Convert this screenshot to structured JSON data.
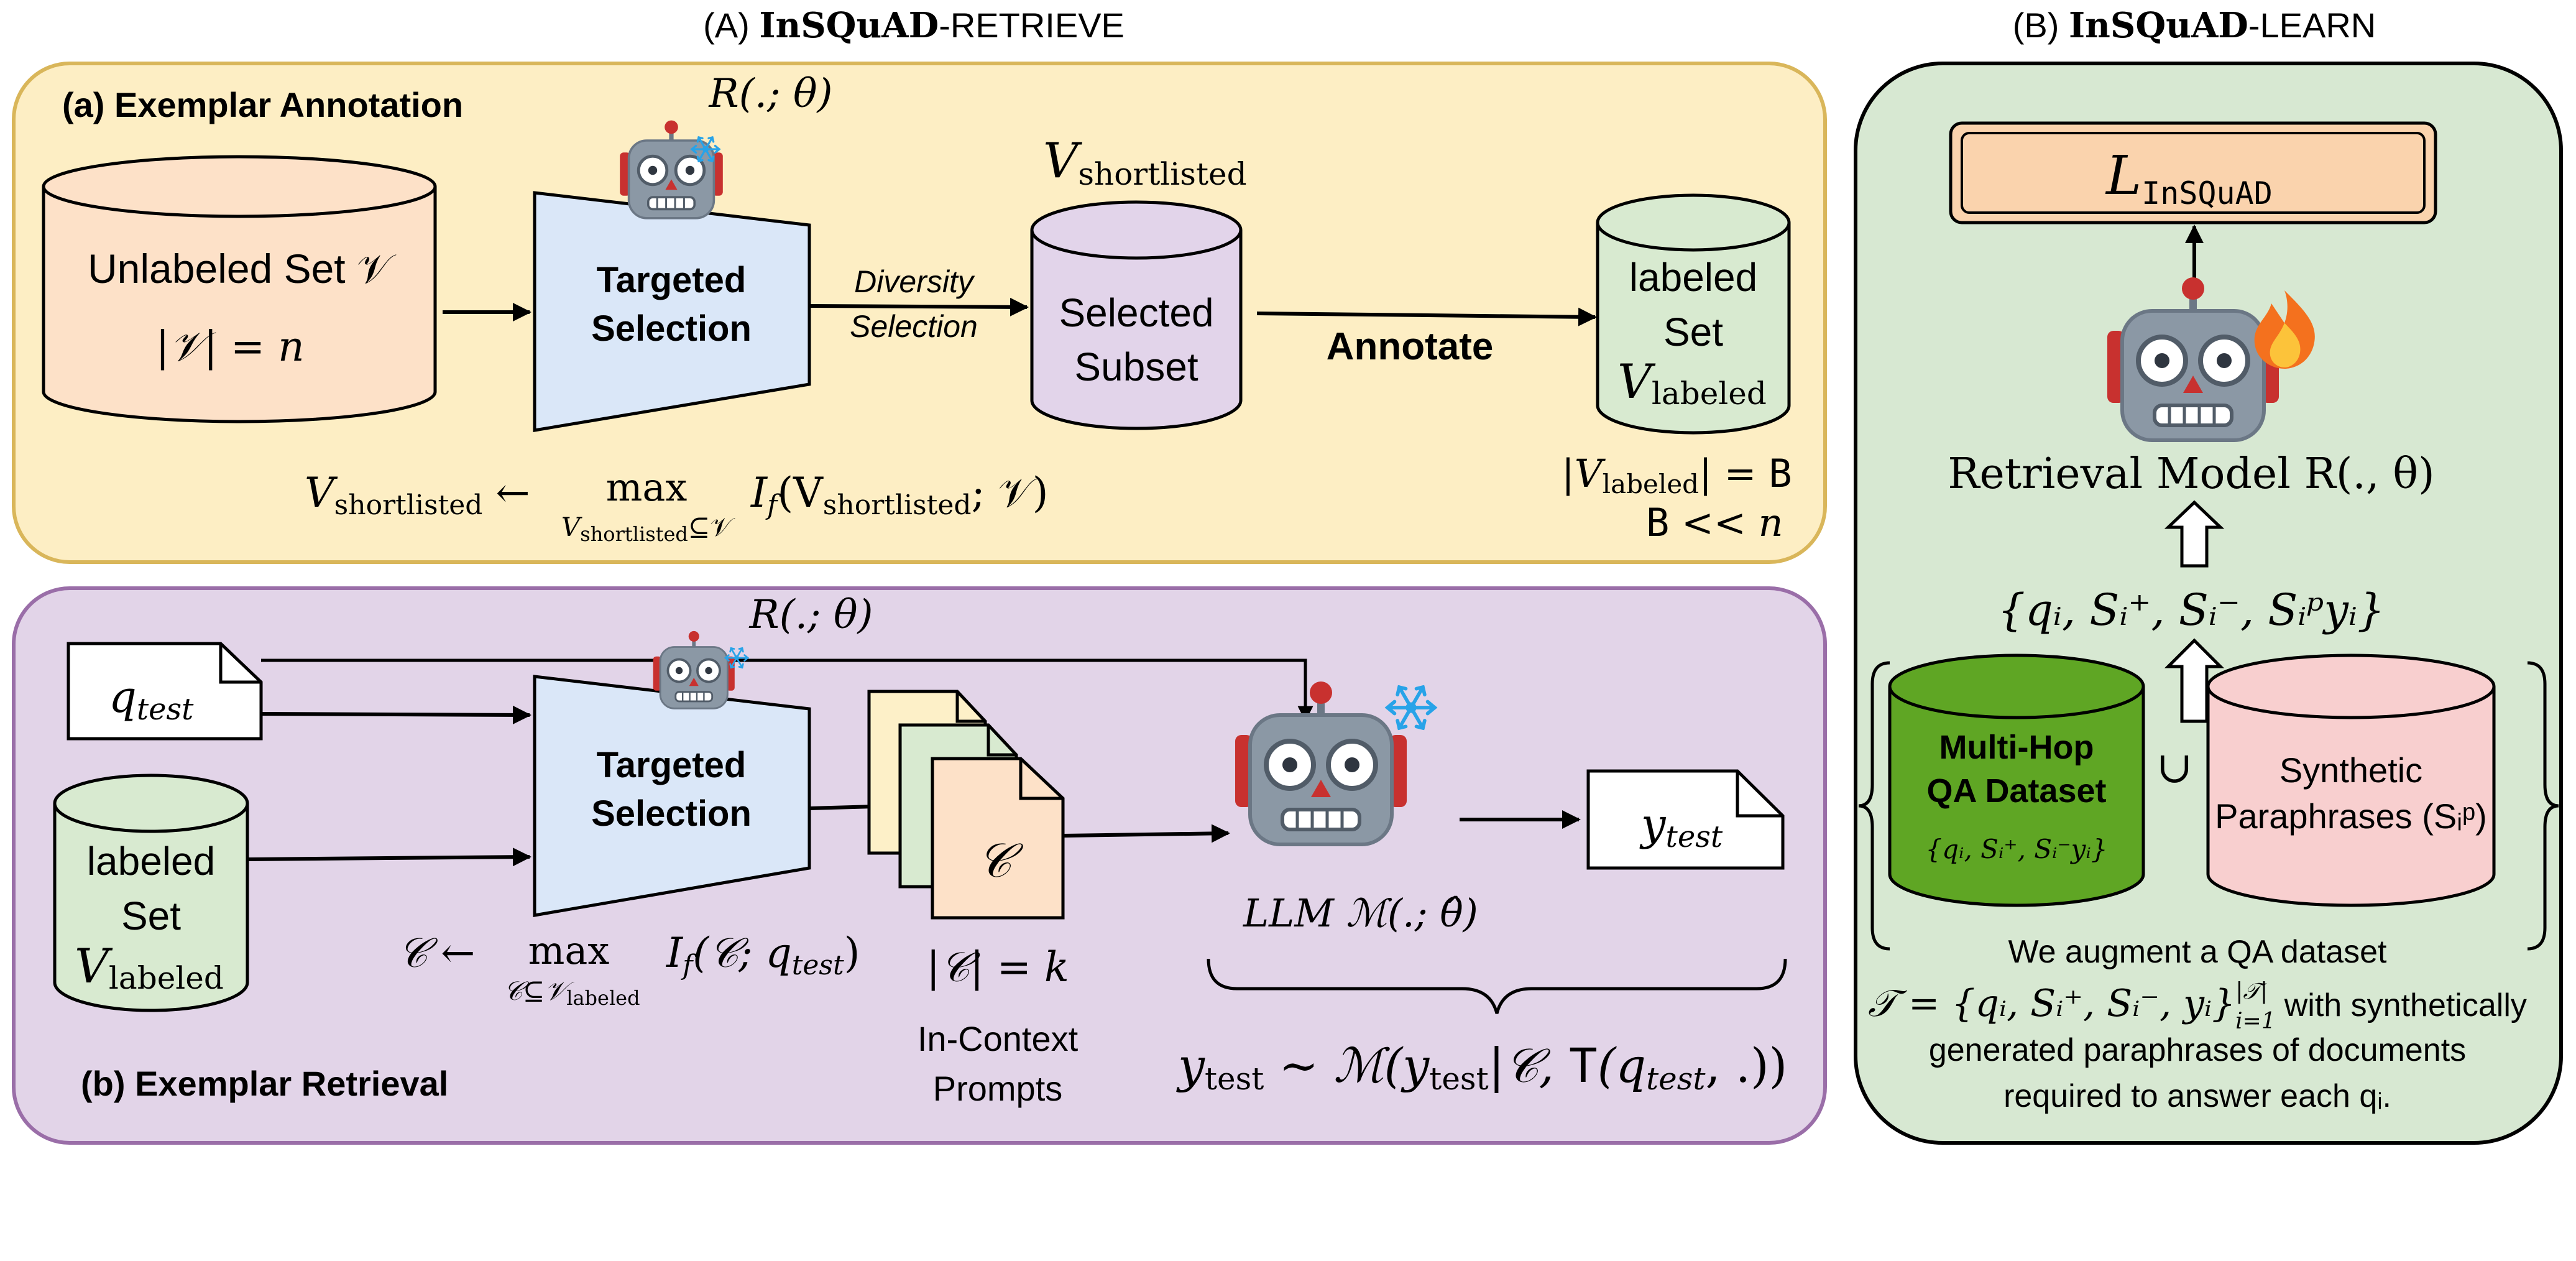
{
  "header": {
    "retrieve_prefix": "(A) ",
    "retrieve_name": "InSQuAD",
    "retrieve_suffix": "-RETRIEVE",
    "learn_prefix": "(B) ",
    "learn_name": "InSQuAD",
    "learn_suffix": "-LEARN"
  },
  "annotation": {
    "title": "(a) Exemplar Annotation",
    "retriever_label": "R(.; θ)",
    "unlabeled_line1": "Unlabeled Set 𝒱",
    "unlabeled_line2": "|𝒱| = n",
    "targeted_line1": "Targeted",
    "targeted_line2": "Selection",
    "diversity_line1": "Diversity",
    "diversity_line2": "Selection",
    "shortlisted_V": "V",
    "shortlisted_sub": "shortlisted",
    "selected_line1": "Selected",
    "selected_line2": "Subset",
    "annotate": "Annotate",
    "labeled_line1": "labeled",
    "labeled_line2": "Set",
    "labeled_V": "V",
    "labeled_sub": "labeled",
    "formula_left": "V",
    "formula_left_sub": "shortlisted",
    "formula_arrow": " ← ",
    "formula_max": "max",
    "formula_max_sub": "V",
    "formula_max_sub_sub": "shortlisted",
    "formula_max_sub_tail": "⊆𝒱",
    "formula_I": "I",
    "formula_I_sub": "f",
    "formula_args_1": "(V",
    "formula_args_sub": "shortlisted",
    "formula_args_2": "; 𝒱)",
    "budget_line1_a": "|V",
    "budget_line1_sub": "labeled",
    "budget_line1_b": "| = ",
    "budget_line1_c": "B",
    "budget_line2_a": "B",
    "budget_line2_b": " << n"
  },
  "retrieval": {
    "title": "(b) Exemplar Retrieval",
    "retriever_label": "R(.; θ)",
    "qtest_q": "q",
    "qtest_sub": "test",
    "labeled_line1": "labeled",
    "labeled_line2": "Set",
    "labeled_V": "V",
    "labeled_sub": "labeled",
    "targeted_line1": "Targeted",
    "targeted_line2": "Selection",
    "context_symbol": "𝒞",
    "context_size": "|𝒞| = k",
    "prompts_line1": "In-Context",
    "prompts_line2": "Prompts",
    "llm_label": "LLM  ℳ(.; θ̂)",
    "ytest_y": "y",
    "ytest_sub": "test",
    "formula_c": "𝒞 ← ",
    "formula_max": "max",
    "formula_max_sub": "𝒞⊆𝒱",
    "formula_max_sub_sub": "labeled",
    "formula_I": "I",
    "formula_I_sub": "f",
    "formula_args": "(𝒞; q",
    "formula_args_sub": "test",
    "formula_args_end": ")",
    "output_y": "y",
    "output_y_sub": "test",
    "output_tilde": " ∼ ℳ(y",
    "output_y2_sub": "test",
    "output_mid": "|𝒞, ",
    "output_T": "T",
    "output_q": "(q",
    "output_q_sub": "test",
    "output_end": ", .))"
  },
  "learn": {
    "loss_L": "L",
    "loss_sub": "InSQuAD",
    "model_label": "Retrieval Model R(., θ)",
    "tuple_label": "{qᵢ, Sᵢ⁺, Sᵢ⁻, Sᵢᵖyᵢ}",
    "multihop_line1": "Multi-Hop",
    "multihop_line2": "QA Dataset",
    "multihop_line3": "{qᵢ, Sᵢ⁺, Sᵢ⁻yᵢ}",
    "union": "∪",
    "synthetic_line1": "Synthetic",
    "synthetic_line2": "Paraphrases (Sᵢᵖ)",
    "desc_line1": "We augment a QA dataset",
    "desc_line2_math": "𝒯 = {qᵢ, Sᵢ⁺, Sᵢ⁻, yᵢ}",
    "desc_line2_sup": "|𝒯|",
    "desc_line2_sub": "i=1",
    "desc_line2_text": "with synthetically",
    "desc_line3": "generated paraphrases of documents",
    "desc_line4": "required to answer each qᵢ."
  },
  "colors": {
    "annotation_panel": "#fdeec4",
    "annotation_border": "#d9b65a",
    "retrieval_panel": "#e2d4e8",
    "retrieval_border": "#9a6ea8",
    "learn_panel": "#d7e8d2",
    "unlabeled_fill": "#fde1c8",
    "selector_fill": "#dae7f8",
    "selected_fill": "#e2d4ea",
    "labeled_fill": "#d8ead0",
    "loss_fill": "#fad3ad",
    "multihop_fill": "#5fa624",
    "synthetic_fill": "#f8cfcf",
    "doc_yellow": "#fdf0c8",
    "doc_green": "#d8ead0",
    "doc_peach": "#fde1c8",
    "robot_body": "#8b98a5",
    "robot_red": "#c8312f",
    "snowflake": "#28a3e8",
    "flame": "#f4711e"
  }
}
